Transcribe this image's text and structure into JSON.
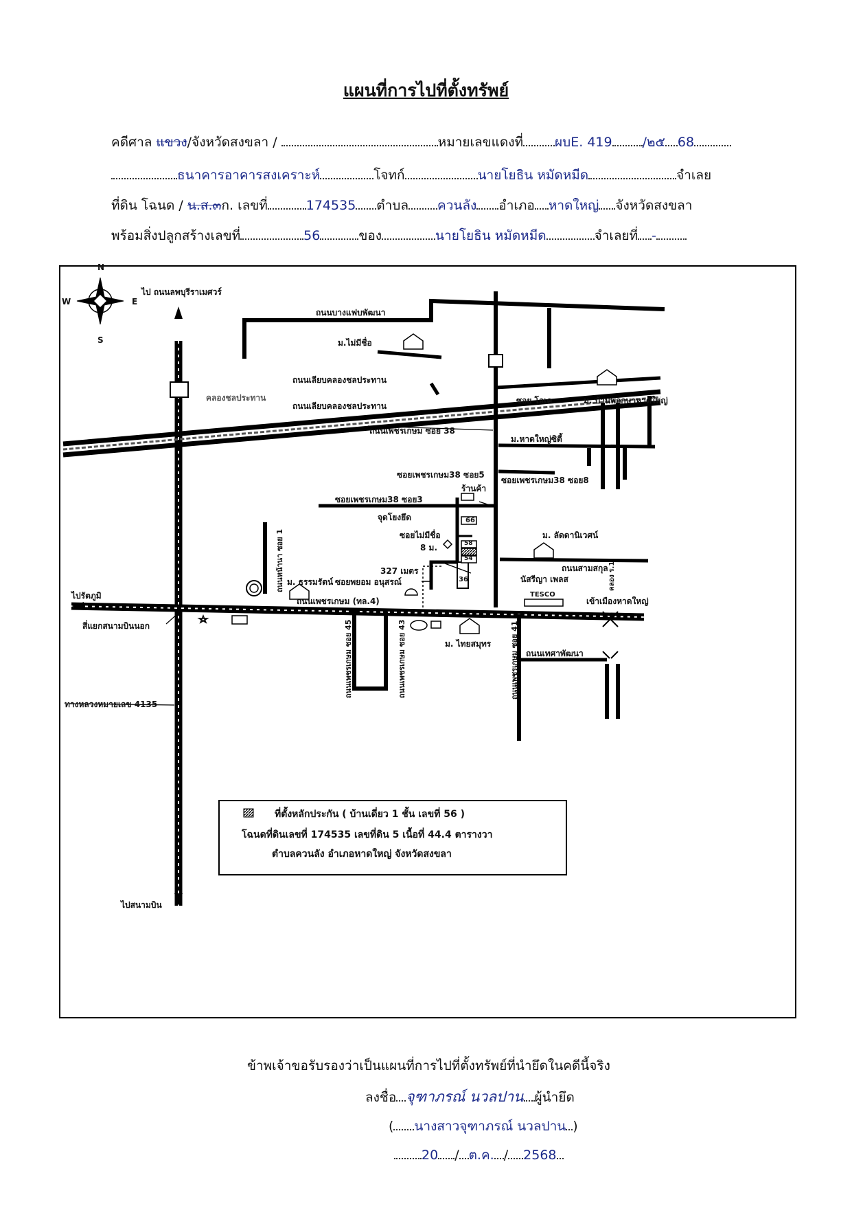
{
  "title": "แผนที่การไปที่ตั้งทรัพย์",
  "header": {
    "line1": {
      "court_prefix": "คดีศาล",
      "court_struck": "แขวง",
      "court_province": "/จังหวัดสงขลา /",
      "case_label": "หมายเลขแดงที่",
      "case_no": "ผบE. 419",
      "case_year_sep": "/๒๕",
      "case_year": "68"
    },
    "line2": {
      "plaintiff": "ธนาคารอาคารสงเคราะห์",
      "defendant_label": "โจทก์",
      "defendant": "นายโยธิน หมัดหมีด",
      "debtor_label": "จำเลย"
    },
    "line3": {
      "land_label": "ที่ดิน โฉนด /",
      "ns_struck": "น.ส.๓",
      "ns_suffix": "ก. เลขที่",
      "deed_no": "174535",
      "tambon_label": "ตำบล",
      "tambon": "ควนลัง",
      "amphoe_label": "อำเภอ",
      "amphoe": "หาดใหญ่",
      "province": "จังหวัดสงขลา"
    },
    "line4": {
      "building_label": "พร้อมสิ่งปลูกสร้างเลขที่",
      "building_no": "56",
      "owner_label": "ของ",
      "owner": "นายโยธิน หมัดหมีด",
      "debtor_no_label": "จำเลยที่",
      "debtor_no": "-"
    }
  },
  "map": {
    "compass": {
      "n": "N",
      "s": "S",
      "e": "E",
      "w": "W"
    },
    "labels": {
      "to_lam_road": "ไป ถนนลพบุรีราเมศวร์",
      "bang_phaeo_road": "ถนนบางแฟบพัฒนา",
      "mai_mi_chue_village": "ม.ไม่มีชื่อ",
      "canal_road_north": "ถนนเลียบคลองชลประทาน",
      "canal_name": "คลองชลประทาน",
      "canal_road_south": "ถนนเลียบคลองชลประทาน",
      "soi_ok": "ซอย โอเค",
      "baan_phruksa": "ม. บ้านพฤกษาหาดใหญ่",
      "phetkasem_38": "ถนนเพชรเกษม ซอย 38",
      "hatyai_city": "ม.หาดใหญ่ซิตี้",
      "soi5": "ซอยเพชรเกษม38 ซอย5",
      "soi8": "ซอยเพชรเกษม38 ซอย8",
      "shop": "ร้านค้า",
      "soi3": "ซอยเพชรเกษม38 ซอย3",
      "meeting_point": "จุดโยงยึด",
      "soi_no_name": "ซอยไม่มีชื่อ",
      "eight_m": "8 ม.",
      "lat_da_niwet": "ม. ลัดดานิเวศน์",
      "num66": "66",
      "num58": "58",
      "num54": "54",
      "distance": "327 เมตร",
      "sam_sakul": "ถนนสามสกุล",
      "nasriya": "นัสรีญา เพลส",
      "num36": "36",
      "thammarat": "ม. ธรรมรัตน์",
      "soi_phayom": "ซอยพยอม อนุสรณ์",
      "tesco": "TESCO",
      "to_ratthaphum": "ไปรัตภูมิ",
      "phetkasem_main": "ถนนเพชรเกษม (ทล.4)",
      "to_hatyai_city": "เข้าเมืองหาดใหญ่",
      "airport_junction": "สี่แยกสนามบินนอก",
      "thai_samut": "ม. ไทยสมุทร",
      "thetsa_phatthana": "ถนนเทศาพัฒนา",
      "highway_4135": "ทางหลวงหมายเลข 4135",
      "to_airport": "ไปสนามบิน",
      "soi45": "ถนนเพชรเกษม ซอย 45",
      "soi43": "ถนนเพชรเกษม ซอย 43",
      "soi41": "ถนนเพชรเกษม ซอย 41",
      "nana_road": "ถนนหน้านา ซอย 1",
      "khlong_r1": "คลอง ร.1"
    },
    "legend": {
      "line1": "ที่ตั้งหลักประกัน ( บ้านเดี่ยว 1 ชั้น เลขที่ 56 )",
      "line2": "โฉนดที่ดินเลขที่ 174535 เลขที่ดิน 5 เนื้อที่ 44.4 ตารางวา",
      "line3": "ตำบลควนลัง อำเภอหาดใหญ่ จังหวัดสงขลา"
    }
  },
  "footer": {
    "certify": "ข้าพเจ้าขอรับรองว่าเป็นแผนที่การไปที่ตั้งทรัพย์ที่นำยึดในคดีนี้จริง",
    "sign_label": "ลงชื่อ",
    "signature": "จุฑาภรณ์ นวลปาน",
    "role": "ผู้นำยึด",
    "open_paren": "(",
    "name": "นางสาวจุฑาภรณ์ นวลปาน",
    "close_paren": ")",
    "day": "20",
    "month": "ต.ค.",
    "year": "2568",
    "sep": "/"
  }
}
